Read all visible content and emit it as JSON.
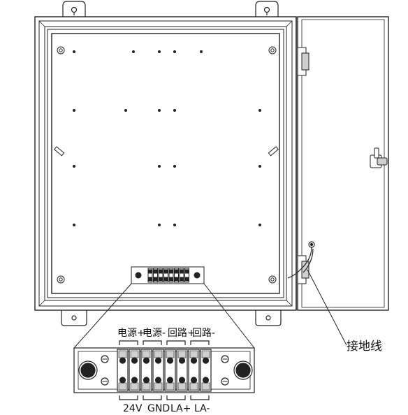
{
  "terminal_function_labels": [
    "电源+",
    "电源-",
    "回路+",
    "回路-"
  ],
  "terminal_signal_labels": [
    "24V",
    "GND",
    "LA+",
    "LA-"
  ],
  "ground_wire_label": "接地线",
  "icons": [
    "mounting-hole-icon",
    "terminal-screw-icon",
    "door-hinge-icon",
    "door-latch-icon"
  ],
  "colors": {
    "line": "#222222",
    "panel": "#ffffff",
    "gray": "#cfcfcf"
  }
}
